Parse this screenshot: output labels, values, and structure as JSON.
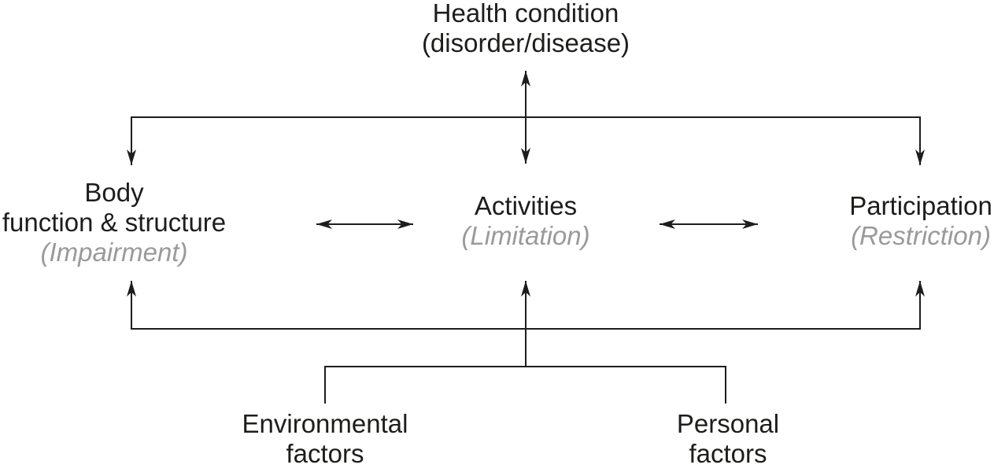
{
  "diagram": {
    "background": "#ffffff",
    "colors": {
      "line": "#1d1d1b",
      "label": "#1d1d1b",
      "qualifier": "#9a9a9a"
    },
    "nodes": {
      "health_condition": {
        "line1": "Health condition",
        "line2": "(disorder/disease)"
      },
      "body_function": {
        "line1": "Body",
        "line2": "function & structure",
        "qualifier": "(Impairment)"
      },
      "activities": {
        "title": "Activities",
        "qualifier": "(Limitation)"
      },
      "participation": {
        "title": "Participation",
        "qualifier": "(Restriction)"
      },
      "environmental_factors": {
        "line1": "Environmental",
        "line2": "factors"
      },
      "personal_factors": {
        "line1": "Personal",
        "line2": "factors"
      }
    }
  }
}
